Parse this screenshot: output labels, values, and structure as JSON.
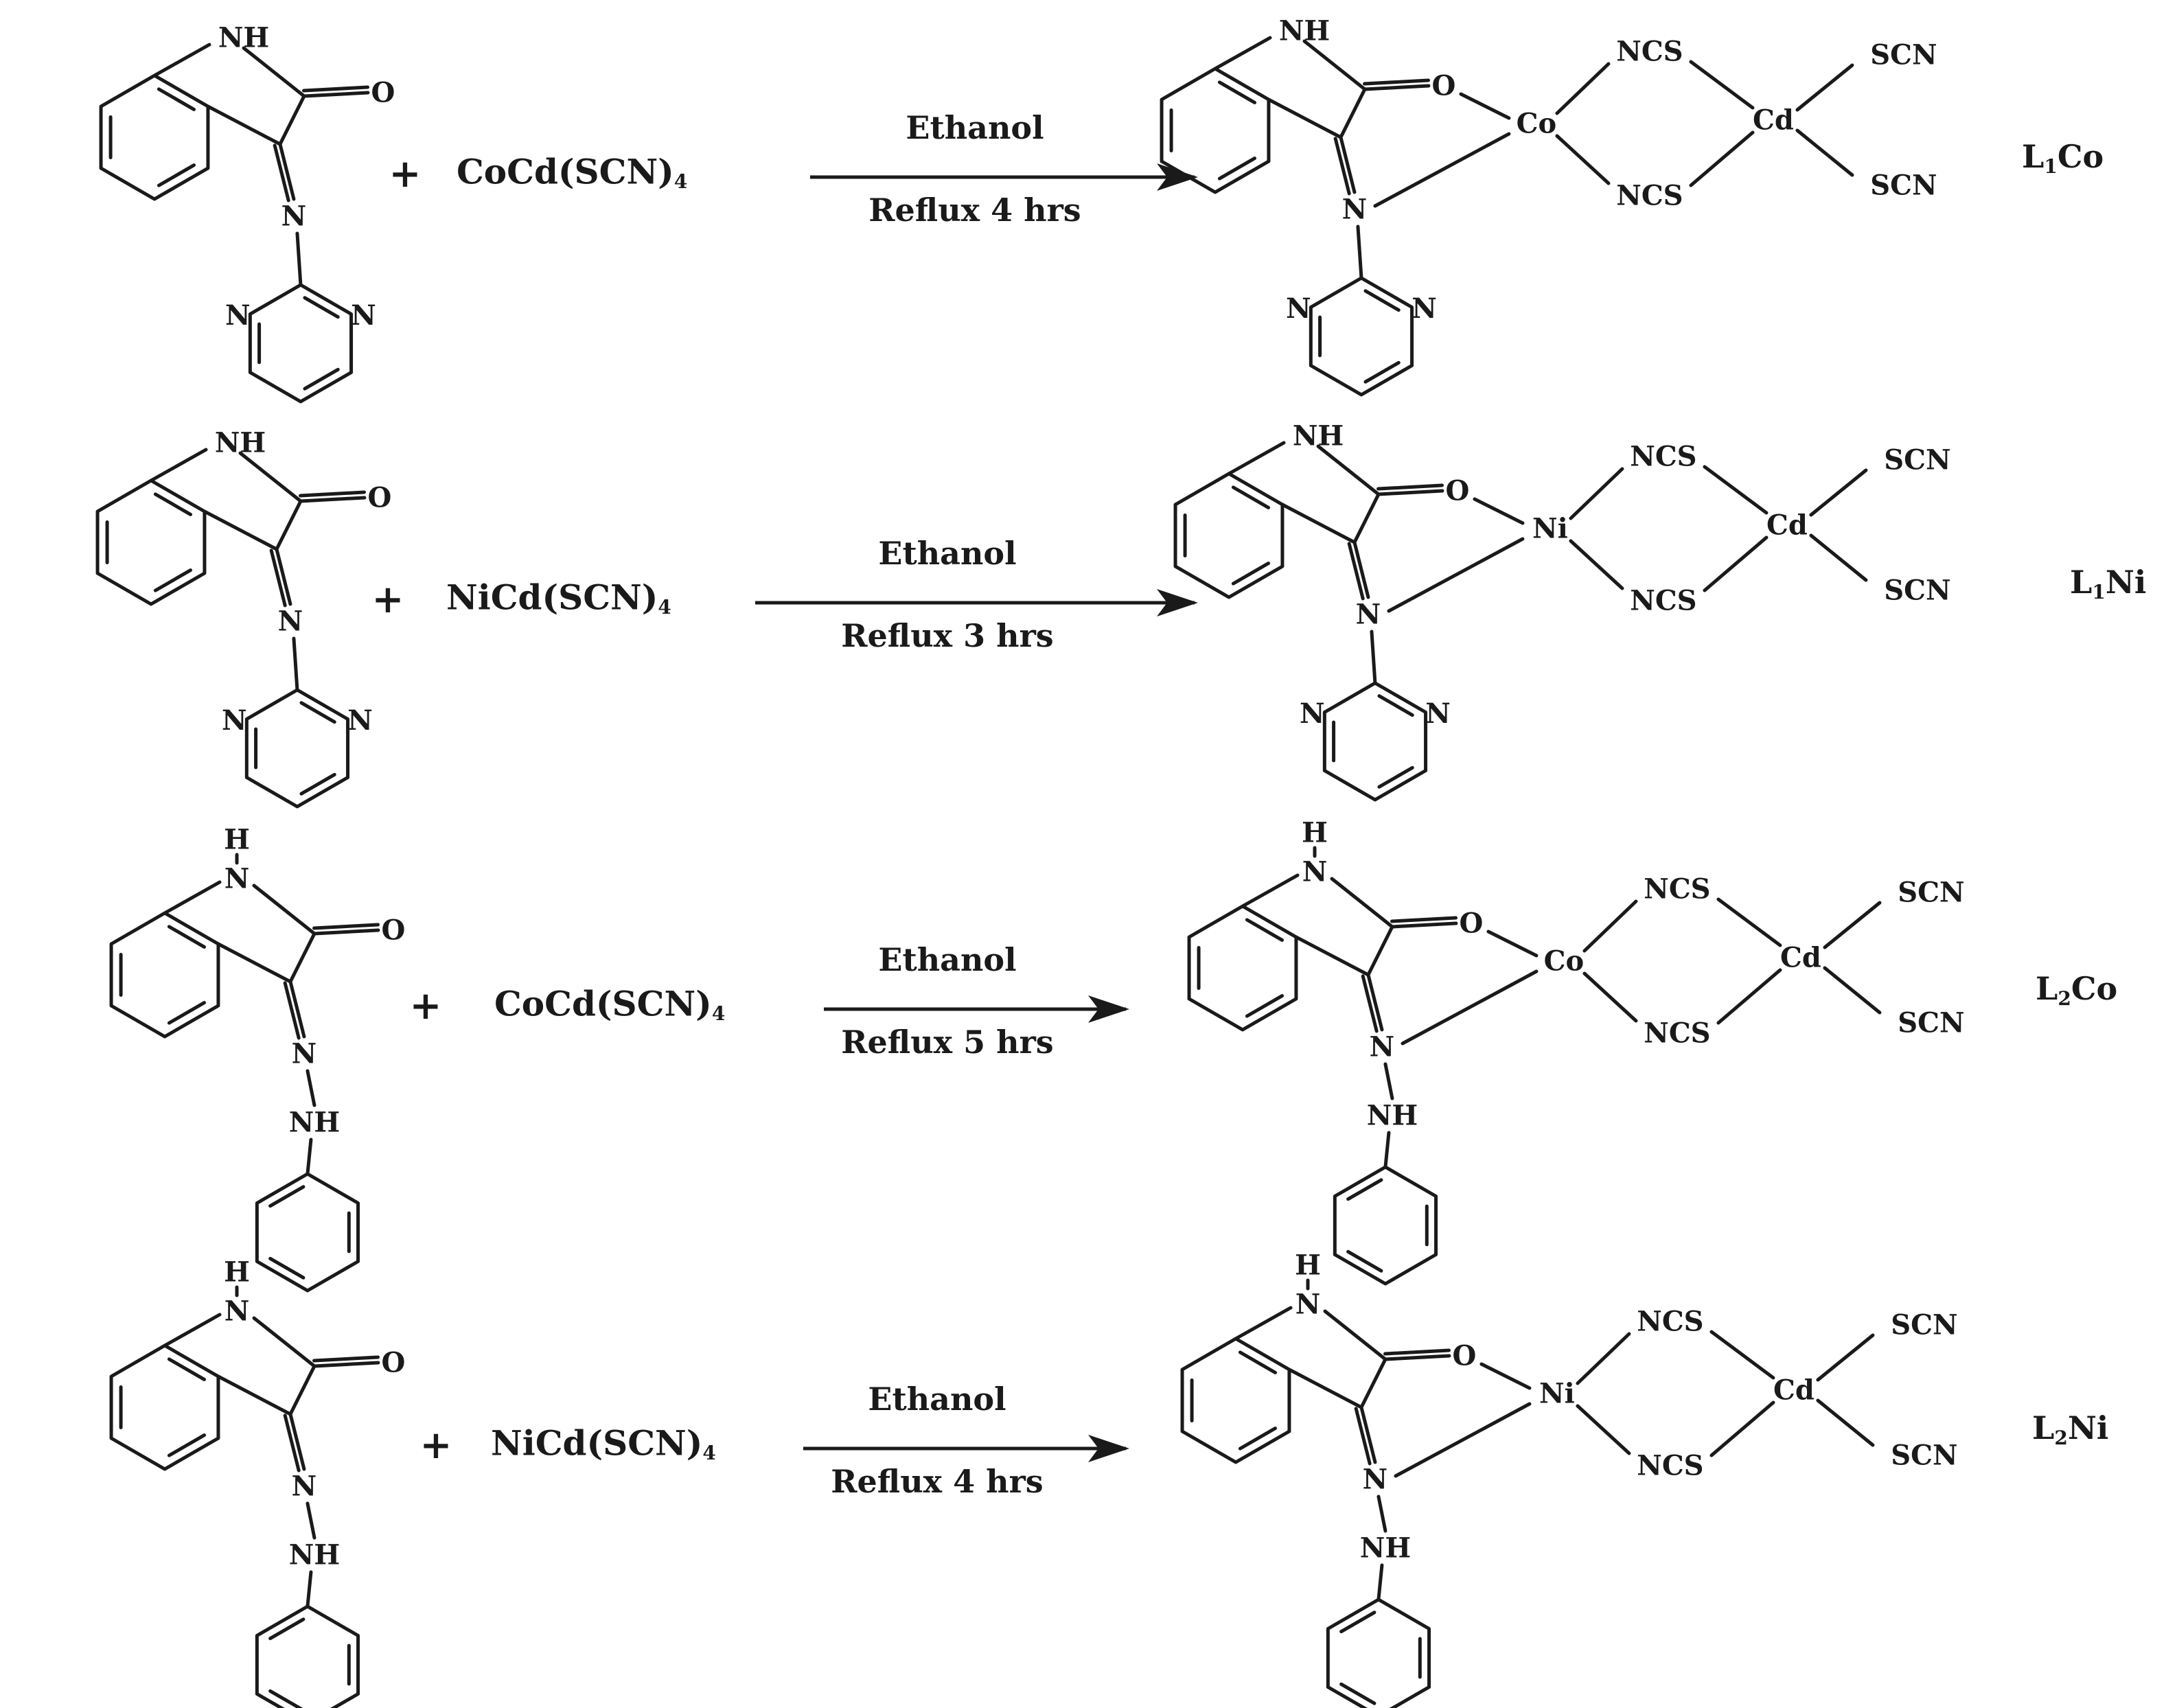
{
  "atoms": {
    "nh": "NH",
    "h": "H",
    "n": "N",
    "o": "O",
    "ncs": "NCS",
    "scn": "SCN",
    "cd": "Cd",
    "co": "Co",
    "ni": "Ni"
  },
  "plus": "+",
  "rows": [
    {
      "ligand": "L1",
      "reagent": {
        "main": "CoCd(SCN)",
        "sub": "4"
      },
      "solvent": "Ethanol",
      "condition": "Reflux 4 hrs",
      "metal": "Co",
      "label": {
        "pre": "L",
        "sub": "1",
        "post": "Co"
      }
    },
    {
      "ligand": "L1",
      "reagent": {
        "main": "NiCd(SCN)",
        "sub": "4"
      },
      "solvent": "Ethanol",
      "condition": "Reflux 3 hrs",
      "metal": "Ni",
      "label": {
        "pre": "L",
        "sub": "1",
        "post": "Ni"
      }
    },
    {
      "ligand": "L2",
      "reagent": {
        "main": "CoCd(SCN)",
        "sub": "4"
      },
      "solvent": "Ethanol",
      "condition": "Reflux 5 hrs",
      "metal": "Co",
      "label": {
        "pre": "L",
        "sub": "2",
        "post": "Co"
      }
    },
    {
      "ligand": "L2",
      "reagent": {
        "main": "NiCd(SCN)",
        "sub": "4"
      },
      "solvent": "Ethanol",
      "condition": "Reflux 4 hrs",
      "metal": "Ni",
      "label": {
        "pre": "L",
        "sub": "2",
        "post": "Ni"
      }
    }
  ]
}
